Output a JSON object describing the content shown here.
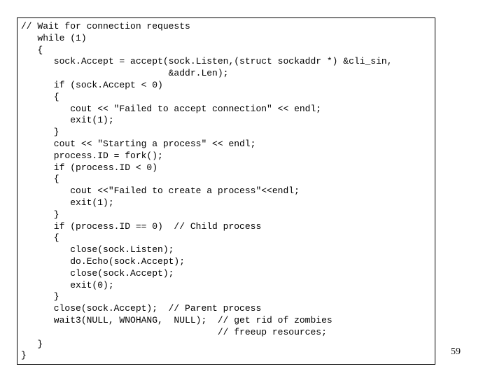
{
  "code": {
    "lines": [
      "// Wait for connection requests",
      "   while (1)",
      "   {",
      "      sock.Accept = accept(sock.Listen,(struct sockaddr *) &cli_sin,",
      "                           &addr.Len);",
      "      if (sock.Accept < 0)",
      "      {",
      "         cout << \"Failed to accept connection\" << endl;",
      "         exit(1);",
      "      }",
      "      cout << \"Starting a process\" << endl;",
      "      process.ID = fork();",
      "      if (process.ID < 0)",
      "      {",
      "         cout <<\"Failed to create a process\"<<endl;",
      "         exit(1);",
      "      }",
      "      if (process.ID == 0)  // Child process",
      "      {",
      "         close(sock.Listen);",
      "         do.Echo(sock.Accept);",
      "         close(sock.Accept);",
      "         exit(0);",
      "      }",
      "      close(sock.Accept);  // Parent process",
      "      wait3(NULL, WNOHANG,  NULL);  // get rid of zombies",
      "                                    // freeup resources;",
      "   }",
      "}"
    ]
  },
  "page_number": "59"
}
